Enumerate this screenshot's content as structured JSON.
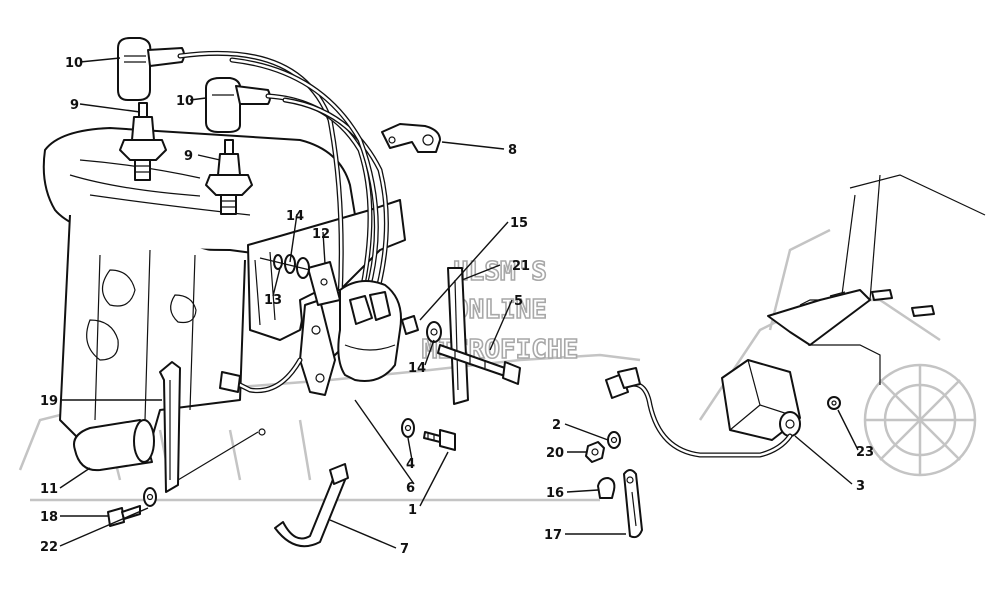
{
  "watermark": {
    "lines": [
      "HLSM'S",
      "ONLINE",
      "MICROFICHE"
    ],
    "stroke_color": "#a8a8a8"
  },
  "callouts": [
    {
      "id": "10a",
      "text": "10"
    },
    {
      "id": "9a",
      "text": "9"
    },
    {
      "id": "10b",
      "text": "10"
    },
    {
      "id": "9b",
      "text": "9"
    },
    {
      "id": "8",
      "text": "8"
    },
    {
      "id": "14a",
      "text": "14"
    },
    {
      "id": "12",
      "text": "12"
    },
    {
      "id": "15",
      "text": "15"
    },
    {
      "id": "21",
      "text": "21"
    },
    {
      "id": "5",
      "text": "5"
    },
    {
      "id": "13",
      "text": "13"
    },
    {
      "id": "14b",
      "text": "14"
    },
    {
      "id": "19",
      "text": "19"
    },
    {
      "id": "11",
      "text": "11"
    },
    {
      "id": "18",
      "text": "18"
    },
    {
      "id": "22",
      "text": "22"
    },
    {
      "id": "4",
      "text": "4"
    },
    {
      "id": "6",
      "text": "6"
    },
    {
      "id": "1",
      "text": "1"
    },
    {
      "id": "7",
      "text": "7"
    },
    {
      "id": "2",
      "text": "2"
    },
    {
      "id": "20",
      "text": "20"
    },
    {
      "id": "16",
      "text": "16"
    },
    {
      "id": "17",
      "text": "17"
    },
    {
      "id": "23",
      "text": "23"
    },
    {
      "id": "3",
      "text": "3"
    }
  ]
}
